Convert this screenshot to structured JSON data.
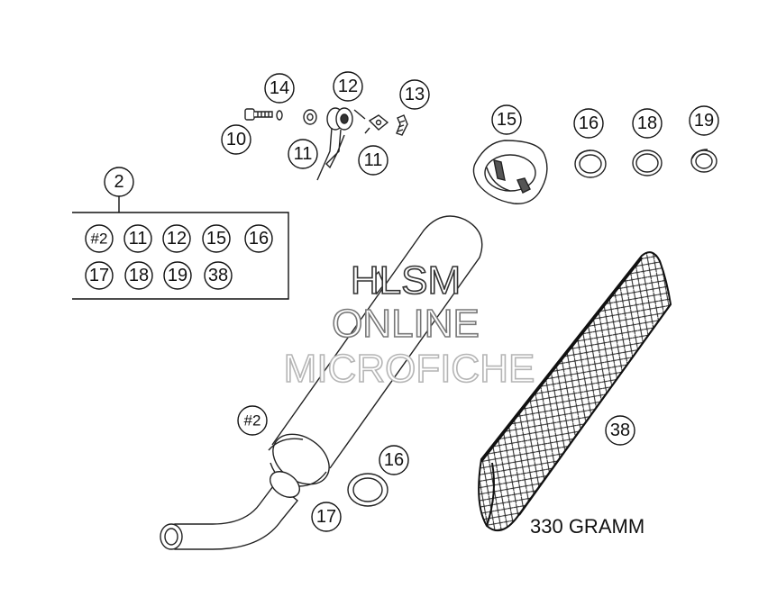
{
  "callouts": {
    "c14": "14",
    "c12": "12",
    "c13": "13",
    "c10": "10",
    "c11a": "11",
    "c11b": "11",
    "c15": "15",
    "c16": "16",
    "c18": "18",
    "c19": "19",
    "c2": "2",
    "c2_mid": "#2",
    "c16_lower": "16",
    "c17": "17",
    "c38": "38"
  },
  "kit": {
    "row1": [
      "#2",
      "11",
      "12",
      "15",
      "16"
    ],
    "row2": [
      "17",
      "18",
      "19",
      "38"
    ]
  },
  "note": "330 GRAMM",
  "watermark": {
    "line1": "HLSM",
    "line2": "ONLINE",
    "line3": "MICROFICHE",
    "colors": [
      "#333333",
      "#777777",
      "#b5b5b5"
    ]
  }
}
